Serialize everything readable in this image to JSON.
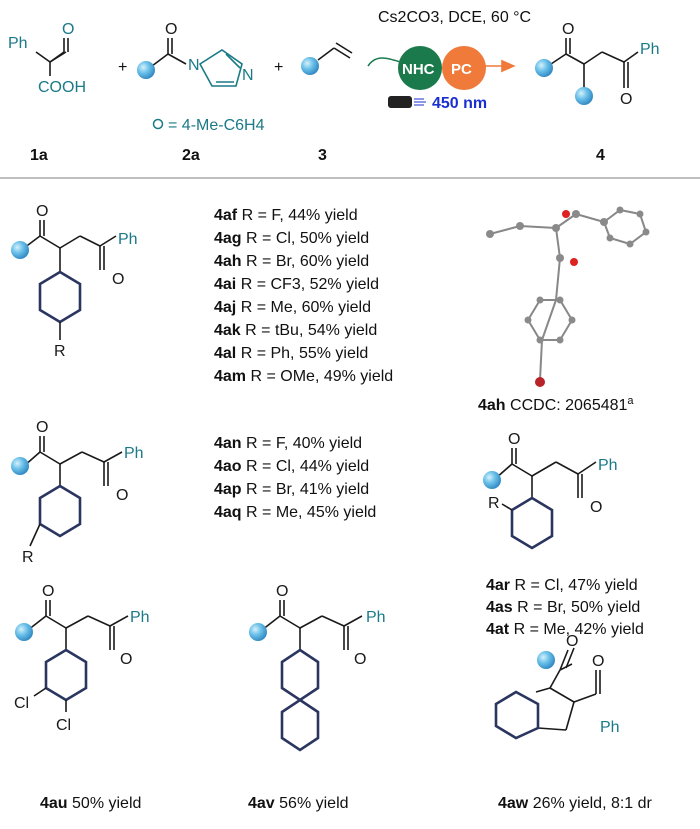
{
  "scheme": {
    "reagent_1a": {
      "ph": "Ph",
      "cooh": "COOH",
      "label": "1a"
    },
    "reagent_2a": {
      "n": "N",
      "label": "2a",
      "legend": "= 4-Me-C6H4"
    },
    "reagent_3": {
      "label": "3"
    },
    "plus": "+",
    "conditions": "Cs2CO3, DCE, 60 °C",
    "catalyst_nhc": "NHC",
    "catalyst_pc": "PC",
    "light": "450 nm",
    "product": {
      "ph": "Ph",
      "label": "4"
    }
  },
  "colors": {
    "teal": "#1a7a86",
    "nhc_green": "#1b7a4c",
    "pc_orange": "#f07a3a",
    "ball_blue": "#5fb8e6",
    "bond_navy": "#2a3560",
    "light_blue": "#1a2fd1"
  },
  "products": {
    "group1": {
      "ph": "Ph",
      "r": "R",
      "entries": [
        {
          "code": "4af",
          "text": " R = F, 44% yield"
        },
        {
          "code": "4ag",
          "text": " R = Cl, 50% yield"
        },
        {
          "code": "4ah",
          "text": " R = Br, 60% yield"
        },
        {
          "code": "4ai",
          "text": " R = CF3, 52% yield"
        },
        {
          "code": "4aj",
          "text": " R = Me, 60% yield"
        },
        {
          "code": "4ak",
          "text": " R = tBu, 54% yield"
        },
        {
          "code": "4al",
          "text": " R = Ph, 55% yield"
        },
        {
          "code": "4am",
          "text": " R = OMe, 49% yield"
        }
      ]
    },
    "crystal": {
      "code": "4ah",
      "text": " CCDC: 2065481",
      "sup": "a"
    },
    "group2": {
      "ph": "Ph",
      "r": "R",
      "entries": [
        {
          "code": "4an",
          "text": " R = F, 40% yield"
        },
        {
          "code": "4ao",
          "text": " R = Cl, 44% yield"
        },
        {
          "code": "4ap",
          "text": " R = Br, 41% yield"
        },
        {
          "code": "4aq",
          "text": " R = Me, 45% yield"
        }
      ]
    },
    "group3": {
      "ph": "Ph",
      "r": "R",
      "entries": [
        {
          "code": "4ar",
          "text": " R = Cl, 47% yield"
        },
        {
          "code": "4as",
          "text": " R = Br, 50% yield"
        },
        {
          "code": "4at",
          "text": " R = Me, 42% yield"
        }
      ]
    },
    "p4au": {
      "code": "4au",
      "text": " 50% yield",
      "ph": "Ph",
      "cl": "Cl"
    },
    "p4av": {
      "code": "4av",
      "text": " 56% yield",
      "ph": "Ph"
    },
    "p4aw": {
      "code": "4aw",
      "text": " 26% yield, 8:1 dr",
      "ph": "Ph"
    }
  }
}
